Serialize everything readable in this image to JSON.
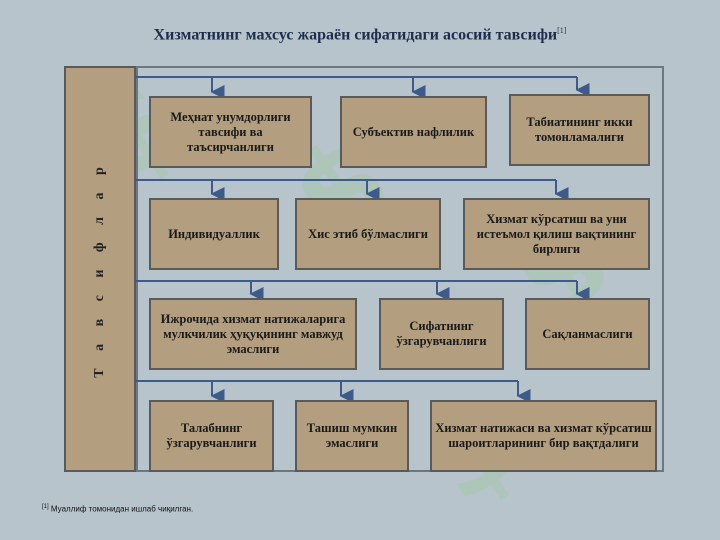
{
  "title": "Хизматнинг махсус жараён сифатидаги асосий тавсифи",
  "title_ref": "[1]",
  "side_label": "Т а в с и ф л а р",
  "rows": [
    {
      "boxes": [
        "Меҳнат унумдорлиги тавсифи ва таъсирчанлиги",
        "Субъектив нафлилик",
        "Табиатининг икки томонламалиги"
      ]
    },
    {
      "boxes": [
        "Индивидуаллик",
        "Хис этиб бўлмаслиги",
        "Хизмат кўрсатиш ва уни истеъмол қилиш вақтининг бирлиги"
      ]
    },
    {
      "boxes": [
        "Ижрочида хизмат натижаларига мулкчилик ҳуқуқининг мавжуд эмаслиги",
        "Сифатнинг ўзгарувчанлиги",
        "Сақланмаслиги"
      ]
    },
    {
      "boxes": [
        "Талабнинг ўзгарувчанлиги",
        "Ташиш мумкин эмаслиги",
        "Хизмат натижаси ва хизмат кўрсатиш шароитларининг бир вақтдалиги"
      ]
    }
  ],
  "footnote_ref": "[1]",
  "footnote": "Муаллиф томонидан ишлаб чиқилган.",
  "colors": {
    "box_fill": "#b39f80",
    "line": "#3d5a8a",
    "background": "#b7c4cc"
  }
}
